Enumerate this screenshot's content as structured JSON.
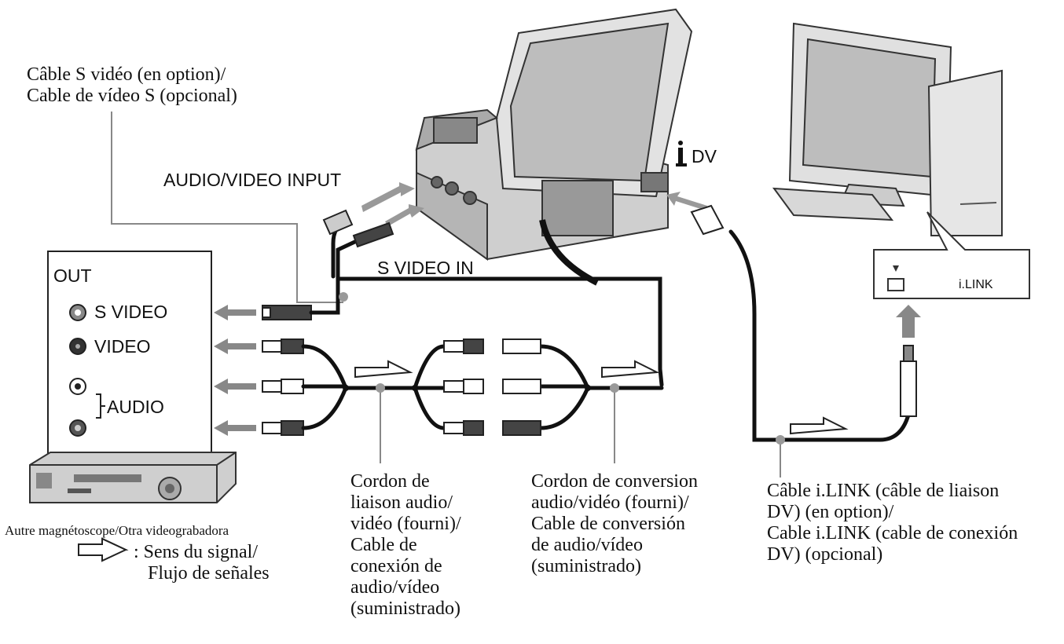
{
  "labels": {
    "s_video_cable": [
      "Câble S vidéo (en option)/",
      "Cable de vídeo S (opcional)"
    ],
    "audio_video_input": "AUDIO/VIDEO INPUT",
    "dv_jack": "DV",
    "s_video_in": "S VIDEO IN",
    "out": "OUT",
    "s_video": "S VIDEO",
    "video": "VIDEO",
    "audio": "AUDIO",
    "ilink_port": "i.LINK",
    "other_vcr": "Autre magnétoscope/Otra videograbadora",
    "signal_legend": [
      ": Sens du signal/",
      "Flujo de señales"
    ],
    "link_cord": [
      "Cordon de",
      "liaison audio/",
      "vidéo (fourni)/",
      "Cable de",
      "conexión de",
      "audio/vídeo",
      "(suministrado)"
    ],
    "conversion_cord": [
      "Cordon de conversion",
      "audio/vidéo (fourni)/",
      "Cable de conversión",
      "de audio/vídeo",
      "(suministrado)"
    ],
    "ilink_cable": [
      "Câble i.LINK (câble de liaison",
      "DV) (en option)/",
      "Cable i.LINK (cable de conexión",
      "DV) (opcional)"
    ]
  }
}
